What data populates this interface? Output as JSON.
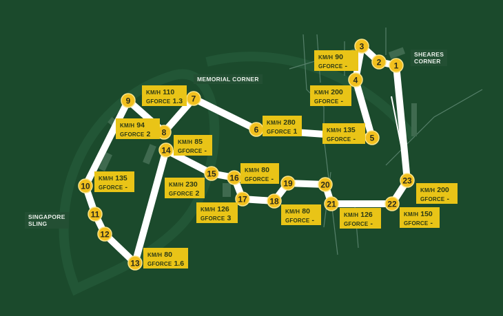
{
  "corners": [
    {
      "id": "memorial",
      "line1": "MEMORIAL CORNER",
      "line2": ""
    },
    {
      "id": "sheares",
      "line1": "SHEARES",
      "line2": "CORNER"
    },
    {
      "id": "singapore",
      "line1": "SINGAPORE",
      "line2": "SLING"
    }
  ],
  "labels": {
    "speed": "KM/H",
    "gforce": "GFORCE"
  },
  "turns": [
    "1",
    "2",
    "3",
    "4",
    "5",
    "6",
    "7",
    "8",
    "9",
    "10",
    "11",
    "12",
    "13",
    "14",
    "15",
    "16",
    "17",
    "18",
    "19",
    "20",
    "21",
    "22",
    "23"
  ],
  "stats": [
    {
      "turn": "3",
      "speed": "90",
      "gforce": "-"
    },
    {
      "turn": "4",
      "speed": "200",
      "gforce": "-"
    },
    {
      "turn": "5",
      "speed": "135",
      "gforce": "-"
    },
    {
      "turn": "6",
      "speed": "280",
      "gforce": "1"
    },
    {
      "turn": "7",
      "speed": "110",
      "gforce": "1.3"
    },
    {
      "turn": "8",
      "speed": "94",
      "gforce": "2"
    },
    {
      "turn": "14",
      "speed": "85",
      "gforce": "-"
    },
    {
      "turn": "10",
      "speed": "135",
      "gforce": "-"
    },
    {
      "turn": "15",
      "speed": "230",
      "gforce": "2"
    },
    {
      "turn": "16",
      "speed": "80",
      "gforce": "-"
    },
    {
      "turn": "17",
      "speed": "126",
      "gforce": "3"
    },
    {
      "turn": "18",
      "speed": "80",
      "gforce": "-"
    },
    {
      "turn": "21",
      "speed": "126",
      "gforce": "-"
    },
    {
      "turn": "22",
      "speed": "150",
      "gforce": "-"
    },
    {
      "turn": "23",
      "speed": "200",
      "gforce": "-"
    },
    {
      "turn": "13",
      "speed": "80",
      "gforce": "1.6"
    }
  ],
  "colors": {
    "background": "#1b4a2c",
    "track": "#ffffff",
    "marker": "#f2c01e",
    "box": "#e9c417"
  }
}
